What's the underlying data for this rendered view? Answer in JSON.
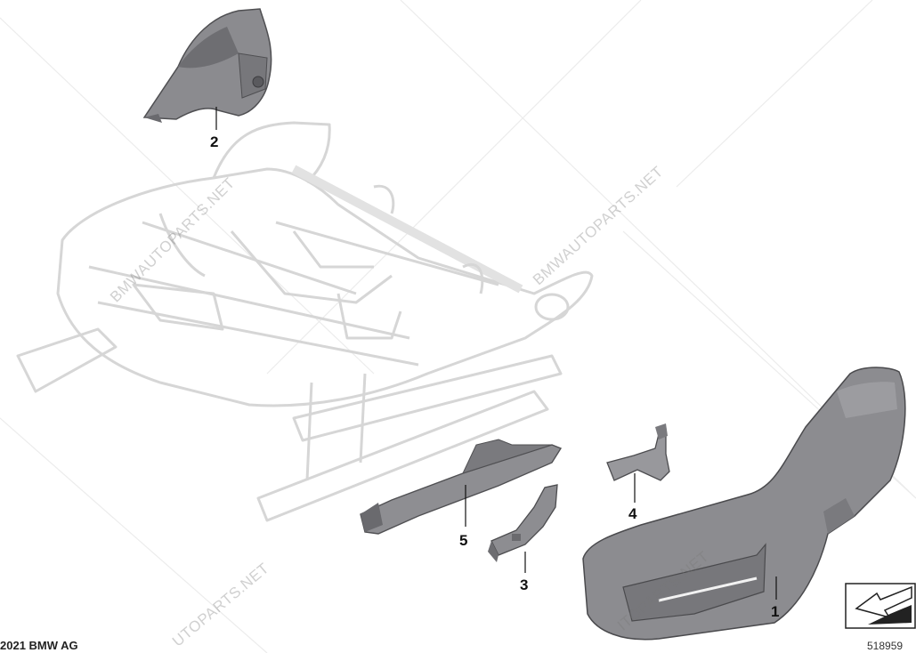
{
  "diagram": {
    "callouts": [
      {
        "id": "1",
        "label": "1"
      },
      {
        "id": "2",
        "label": "2"
      },
      {
        "id": "3",
        "label": "3"
      },
      {
        "id": "4",
        "label": "4"
      },
      {
        "id": "5",
        "label": "5"
      }
    ],
    "watermark": "BMWAUTOPARTS.NET",
    "watermark_partial_right": "ITOPARTS.NET",
    "watermark_partial_bottom": "UTOPARTS.NET",
    "copyright": "2021 BMW AG",
    "image_number": "518959",
    "nav_icon": "next-arrow-icon",
    "colors": {
      "parts": "#8a8a8e",
      "parts_dark": "#5e5e62",
      "frame_ghost": "#d9d9d9",
      "callout_text": "#111111"
    }
  }
}
